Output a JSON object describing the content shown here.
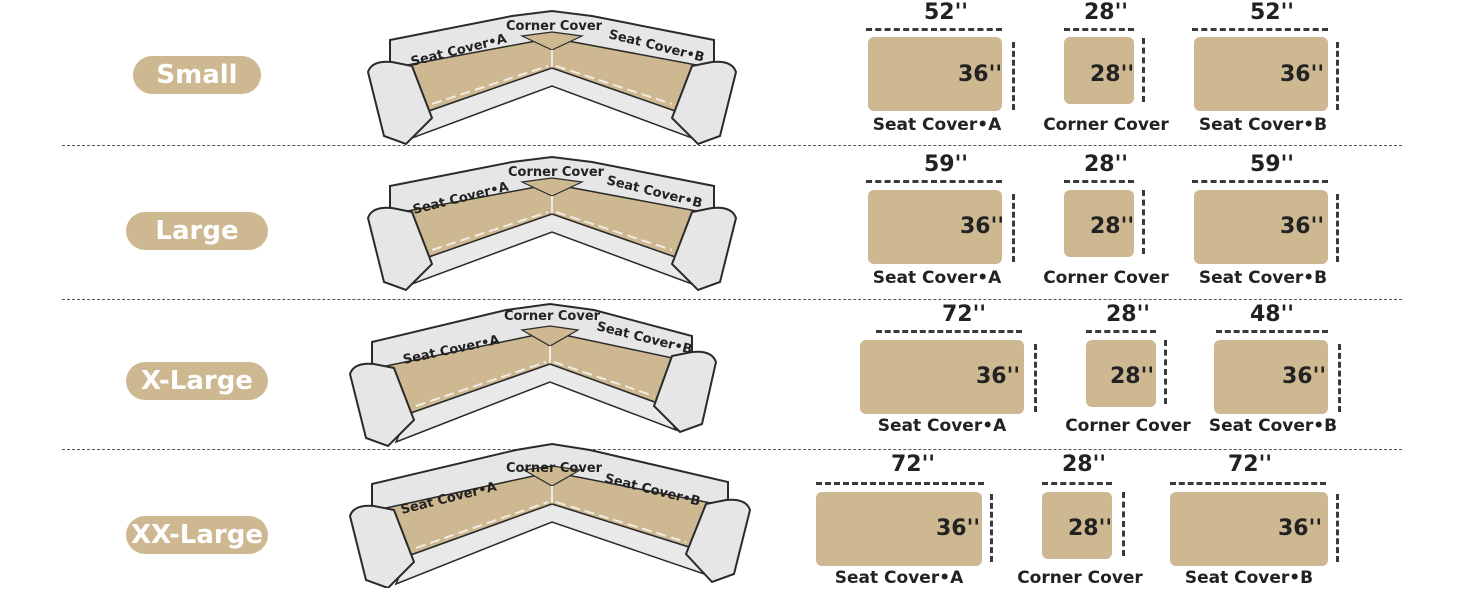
{
  "colors": {
    "tan": "#cdb891",
    "sofa": "#e6e6e6",
    "outline": "#2a2a2a"
  },
  "sofa_labels": {
    "seat_a": "Seat Cover•A",
    "corner": "Corner Cover",
    "seat_b": "Seat Cover•B"
  },
  "sizes": [
    {
      "name": "Small",
      "panels": [
        {
          "label": "Seat Cover•A",
          "width": "52''",
          "depth": "36''"
        },
        {
          "label": "Corner Cover",
          "width": "28''",
          "depth": "28''"
        },
        {
          "label": "Seat Cover•B",
          "width": "52''",
          "depth": "36''"
        }
      ]
    },
    {
      "name": "Large",
      "panels": [
        {
          "label": "Seat Cover•A",
          "width": "59''",
          "depth": "36''"
        },
        {
          "label": "Corner Cover",
          "width": "28''",
          "depth": "28''"
        },
        {
          "label": "Seat Cover•B",
          "width": "59''",
          "depth": "36''"
        }
      ]
    },
    {
      "name": "X-Large",
      "panels": [
        {
          "label": "Seat Cover•A",
          "width": "72''",
          "depth": "36''"
        },
        {
          "label": "Corner Cover",
          "width": "28''",
          "depth": "28''"
        },
        {
          "label": "Seat Cover•B",
          "width": "48''",
          "depth": "36''"
        }
      ]
    },
    {
      "name": "XX-Large",
      "panels": [
        {
          "label": "Seat Cover•A",
          "width": "72''",
          "depth": "36''"
        },
        {
          "label": "Corner Cover",
          "width": "28''",
          "depth": "28''"
        },
        {
          "label": "Seat Cover•B",
          "width": "72''",
          "depth": "36''"
        }
      ]
    }
  ]
}
